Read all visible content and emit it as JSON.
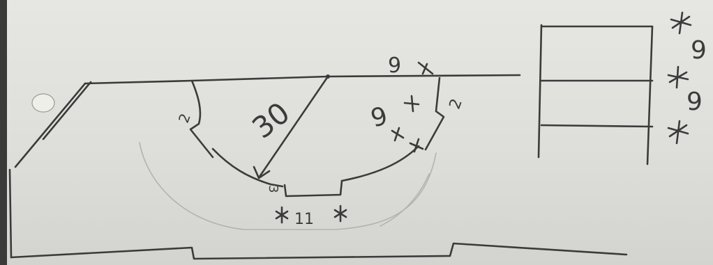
{
  "drawing": {
    "radius_label": "30",
    "spacing_label_top": "9",
    "spacing_label_mid": "9",
    "small_label_left": "2",
    "small_label_right": "2",
    "bottom_small_label": "3",
    "bottom_width_label": "11",
    "side_labels": [
      "9",
      "9"
    ]
  }
}
